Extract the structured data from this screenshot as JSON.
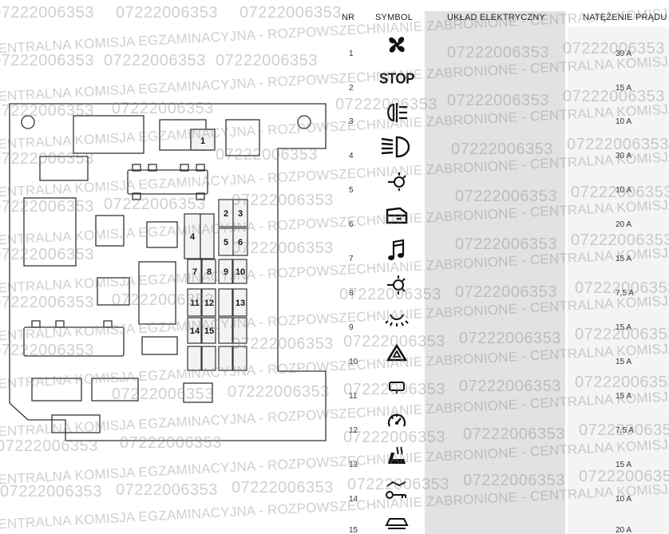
{
  "table": {
    "headers": {
      "nr": "NR",
      "symbol": "SYMBOL",
      "uklad": "UKŁAD ELEKTRYCZNY",
      "natezenie": "NATĘŻENIE PRĄDU"
    },
    "rows": [
      {
        "nr": "1",
        "icon": "fan-icon",
        "amp": "30 A"
      },
      {
        "nr": "2",
        "icon": "stop-light-icon",
        "text": "STOP",
        "amp": "15 A"
      },
      {
        "nr": "3",
        "icon": "rear-fog-light-icon",
        "amp": "10 A"
      },
      {
        "nr": "4",
        "icon": "headlight-icon",
        "amp": "30 A"
      },
      {
        "nr": "5",
        "icon": "indicator-icon",
        "amp": "10 A"
      },
      {
        "nr": "6",
        "icon": "car-door-icon",
        "amp": "20 A"
      },
      {
        "nr": "7",
        "icon": "music-note-icon",
        "amp": "15 A"
      },
      {
        "nr": "8",
        "icon": "position-light-icon",
        "amp": "7,5 A"
      },
      {
        "nr": "9",
        "icon": "interior-light-icon",
        "amp": "15 A"
      },
      {
        "nr": "10",
        "icon": "hazard-triangle-icon",
        "amp": "15 A"
      },
      {
        "nr": "11",
        "icon": "mirror-icon",
        "amp": "15 A"
      },
      {
        "nr": "12",
        "icon": "speedometer-icon",
        "amp": "7,5 A"
      },
      {
        "nr": "13",
        "icon": "seat-heater-icon",
        "amp": "15 A"
      },
      {
        "nr": "14",
        "icon": "horn-key-icon",
        "amp": "10 A"
      },
      {
        "nr": "15",
        "icon": "car-lift-icon",
        "amp": "20 A"
      }
    ]
  },
  "diagram": {
    "fuse_labels": [
      "1",
      "2",
      "3",
      "4",
      "5",
      "6",
      "7",
      "8",
      "9",
      "10",
      "11",
      "12",
      "13",
      "14",
      "15"
    ]
  },
  "watermark": {
    "number": "07222006353",
    "text": "CENTRALNA KOMISJA EGZAMINACYJNA - ROZPOWSZECHNIANIE ZABRONIONE - CENTRALNA KOMISJA"
  }
}
